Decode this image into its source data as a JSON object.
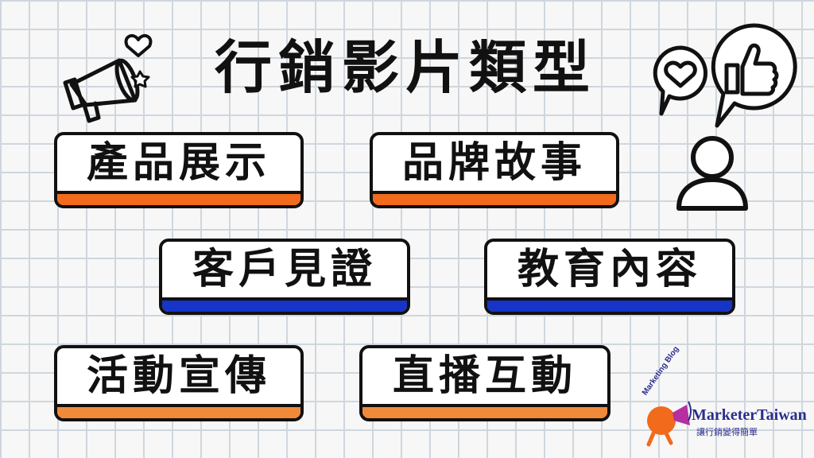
{
  "title": "行銷影片類型",
  "cards": [
    {
      "label": "產品展示",
      "strip_color": "#f26a1b"
    },
    {
      "label": "品牌故事",
      "strip_color": "#f26a1b"
    },
    {
      "label": "客戶見證",
      "strip_color": "#1634c8"
    },
    {
      "label": "教育內容",
      "strip_color": "#1634c8"
    },
    {
      "label": "活動宣傳",
      "strip_color": "#f08a3a"
    },
    {
      "label": "直播互動",
      "strip_color": "#f08a3a"
    }
  ],
  "icons": {
    "megaphone": "megaphone-icon",
    "person": "person-icon",
    "heart_bubble": "heart-speech-bubble-icon",
    "like_bubble": "thumbs-up-speech-bubble-icon"
  },
  "brand": {
    "blog_text": "Marketing Blog",
    "name": "MarketerTaiwan",
    "tagline": "讓行銷變得簡單",
    "text_color": "#2b2d8c",
    "mascot_color": "#f26a1b"
  }
}
